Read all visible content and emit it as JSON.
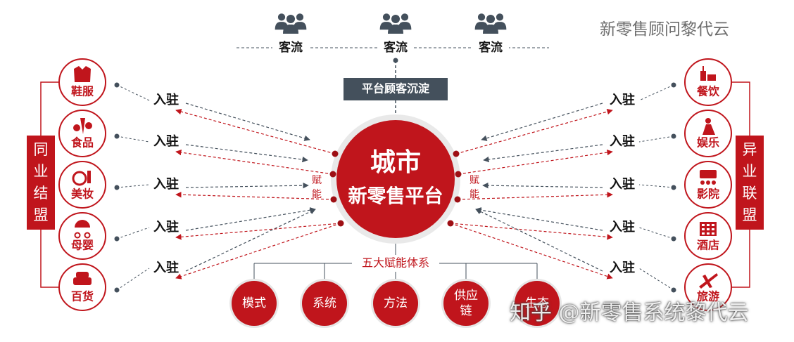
{
  "watermark_top": "新零售顾问黎代云",
  "watermark_bottom": "知乎 @新零售系统黎代云",
  "colors": {
    "red": "#c0151c",
    "dark_red": "#9e0f14",
    "slate": "#44505c",
    "grey_line": "#8a8f96"
  },
  "traffic": {
    "items": [
      "客流",
      "客流",
      "客流"
    ],
    "icon": "people-group-icon"
  },
  "platform_label": "平台顾客沉淀",
  "center": {
    "line1": "城市",
    "line2": "新零售平台"
  },
  "empower_left": [
    "赋",
    "能"
  ],
  "empower_right": [
    "赋",
    "能"
  ],
  "join_label": "入驻",
  "left_group": {
    "title": [
      "同",
      "业",
      "结",
      "盟"
    ],
    "items": [
      {
        "label": "鞋服",
        "icon": "clothing-icon"
      },
      {
        "label": "食品",
        "icon": "food-icon"
      },
      {
        "label": "美妆",
        "icon": "cosmetics-icon"
      },
      {
        "label": "母婴",
        "icon": "stroller-icon"
      },
      {
        "label": "百货",
        "icon": "sofa-icon"
      }
    ]
  },
  "right_group": {
    "title": [
      "异",
      "业",
      "联",
      "盟"
    ],
    "items": [
      {
        "label": "餐饮",
        "icon": "dining-icon"
      },
      {
        "label": "娱乐",
        "icon": "entertainment-icon"
      },
      {
        "label": "影院",
        "icon": "cinema-icon"
      },
      {
        "label": "酒店",
        "icon": "hotel-icon"
      },
      {
        "label": "旅游",
        "icon": "airplane-icon"
      }
    ]
  },
  "system": {
    "title": "五大赋能体系",
    "items": [
      [
        "模式"
      ],
      [
        "系统"
      ],
      [
        "方法"
      ],
      [
        "供应",
        "链"
      ],
      [
        "生态"
      ]
    ]
  }
}
